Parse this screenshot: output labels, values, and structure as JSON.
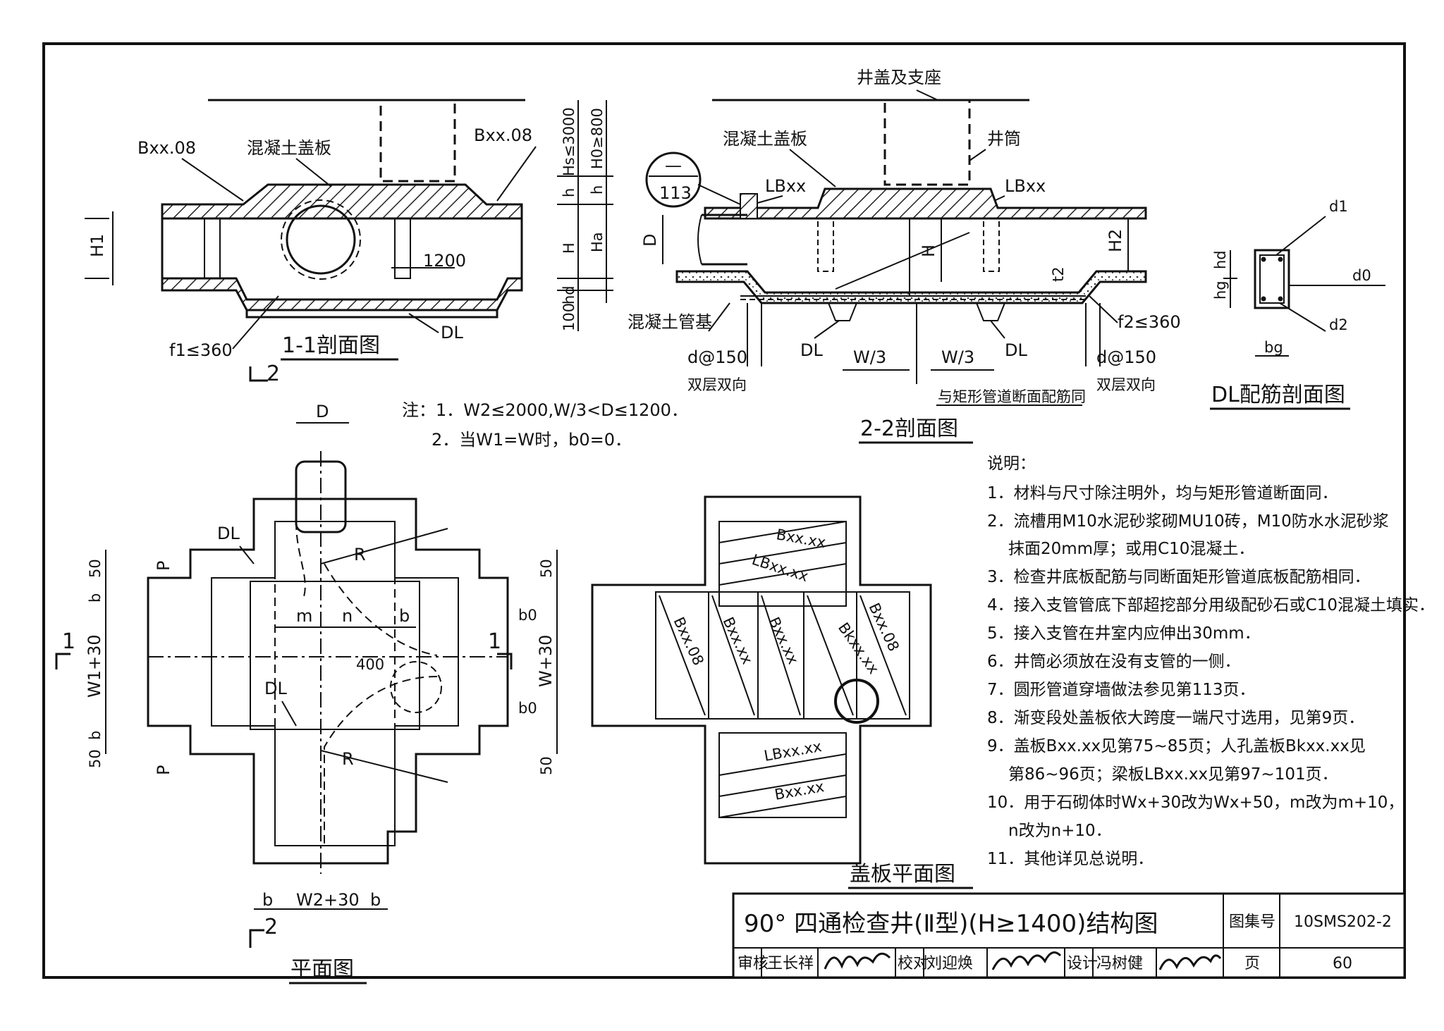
{
  "captions": {
    "section_1_1": "1-1剖面图",
    "section_2_2": "2-2剖面图",
    "dl_section": "DL配筋剖面图",
    "plan": "平面图",
    "cover_plan": "盖板平面图"
  },
  "labels": {
    "bxx08": "Bxx.08",
    "concrete_cover": "混凝土盖板",
    "f1": "f1≤360",
    "f2": "f2≤360",
    "dl": "DL",
    "w1200": "1200",
    "h1": "H1",
    "h2": "H2",
    "hs": "Hs≤3000",
    "h0": "H0≥800",
    "hh": "h",
    "hH": "H",
    "ha": "Ha",
    "hd": "hd",
    "h100": "100",
    "ref_minus": "—",
    "ref_113": "113",
    "lbxx": "LBxx",
    "d": "D",
    "well_cover": "井盖及支座",
    "well_shaft": "井筒",
    "pipe_base": "混凝土管基",
    "d150": "d@150",
    "double": "双层双向",
    "w3": "W/3",
    "same_rebar": "与矩形管道断面配筋同",
    "t2": "t2",
    "d1": "d1",
    "d0": "d0",
    "d2": "d2",
    "hg": "hg",
    "bg": "bg",
    "sec2": "2",
    "sec1": "1",
    "p": "P",
    "b": "b",
    "b0": "b0",
    "n50": "50",
    "w1_30": "W1+30",
    "w_30": "W+30",
    "w2_30": "W2+30",
    "m": "m",
    "n": "n",
    "r": "R",
    "n400": "400",
    "bxxxx": "Bxx.xx",
    "lbxxxx": "LBxx.xx",
    "bkxxxx": "Bkxx.xx"
  },
  "notes_top": [
    "注：1．W2≤2000,W/3<D≤1200．",
    "2．当W1=W时，b0=0．"
  ],
  "explain_title": "说明：",
  "explain": [
    "1．材料与尺寸除注明外，均与矩形管道断面同．",
    "2．流槽用M10水泥砂浆砌MU10砖，M10防水水泥砂浆",
    "抹面20mm厚；或用C10混凝土．",
    "3．检查井底板配筋与同断面矩形管道底板配筋相同．",
    "4．接入支管管底下部超挖部分用级配砂石或C10混凝土填实．",
    "5．接入支管在井室内应伸出30mm．",
    "6．井筒必须放在没有支管的一侧．",
    "7．圆形管道穿墙做法参见第113页．",
    "8．渐变段处盖板依大跨度一端尺寸选用，见第9页．",
    "9．盖板Bxx.xx见第75~85页；人孔盖板Bkxx.xx见",
    "第86~96页；梁板LBxx.xx见第97~101页．",
    "10．用于石砌体时Wx+30改为Wx+50，m改为m+10，",
    "n改为n+10．",
    "11．其他详见总说明．"
  ],
  "title_block": {
    "title": "90° 四通检查井(Ⅱ型)(H≥1400)结构图",
    "atlas_label": "图集号",
    "atlas_no": "10SMS202-2",
    "review": "审核",
    "reviewer": "王长祥",
    "check": "校对",
    "checker": "刘迎焕",
    "design": "设计",
    "designer": "冯树健",
    "page_label": "页",
    "page_no": "60"
  }
}
